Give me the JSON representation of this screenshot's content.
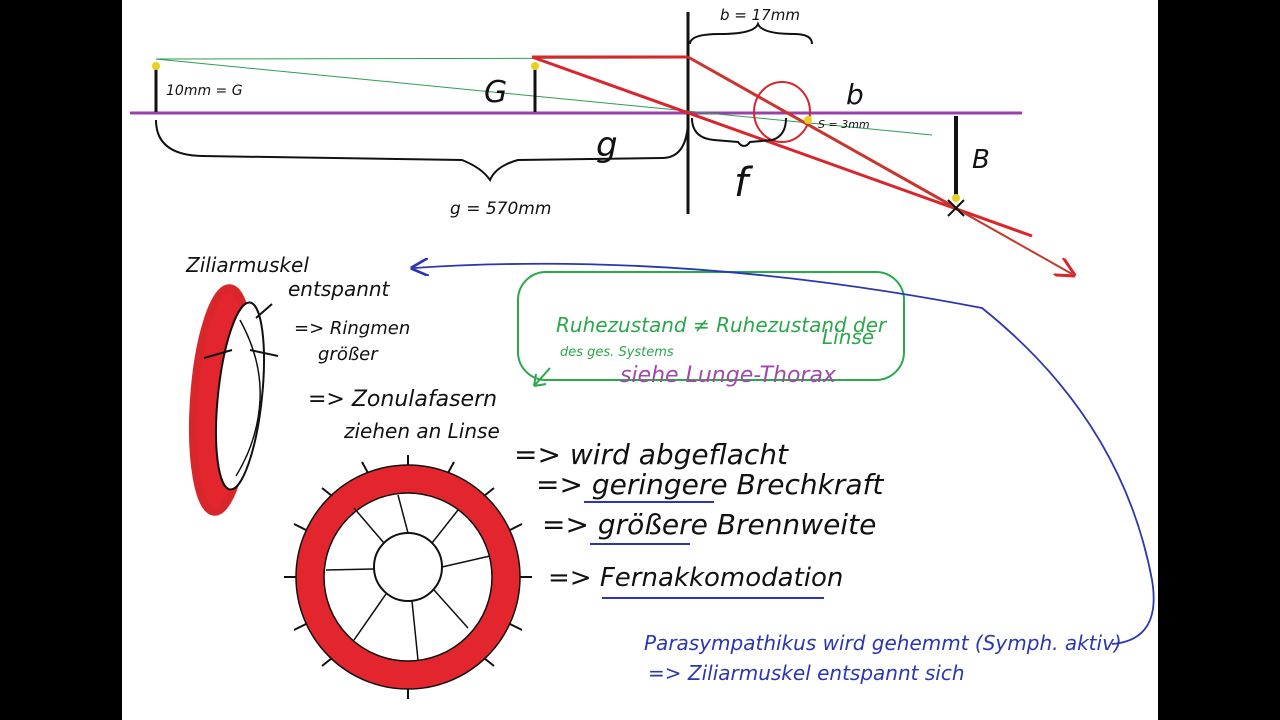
{
  "colors": {
    "axis": "#9a3fb0",
    "ray": "#d8262b",
    "thin_ray": "#2e9e4f",
    "ink": "#111111",
    "box": "#2aa84a",
    "note": "#2c36b0",
    "highlight": "#e8d020"
  },
  "optics": {
    "b_top": "b = 17mm",
    "object_label": "10mm = G",
    "G": "G",
    "g_small": "g",
    "b_side": "b",
    "s_label": "S = 3mm",
    "B": "B",
    "f": "f",
    "g_total": "g = 570mm"
  },
  "eye_side": {
    "line1": "Ziliarmuskel",
    "line2": "entspannt",
    "line3": "=> Ringmen",
    "line4": "größer",
    "line5": "=> Zonulafasern",
    "line6": "ziehen an Linse"
  },
  "consequences": {
    "c1": "=> wird abgeflacht",
    "c2": "=> geringere Brechkraft",
    "c3": "=> größere Brennweite",
    "c4": "=> Fernakkomodation"
  },
  "box_note": {
    "line1": "Ruhezustand ≠ Ruhezustand der",
    "line2": "des ges. Systems",
    "line3": "Linse",
    "line4": "siehe Lunge-Thorax"
  },
  "bottom_note": {
    "line1": "Parasympathikus wird gehemmt (Symph. aktiv)",
    "line2": "=> Ziliarmuskel entspannt sich"
  }
}
